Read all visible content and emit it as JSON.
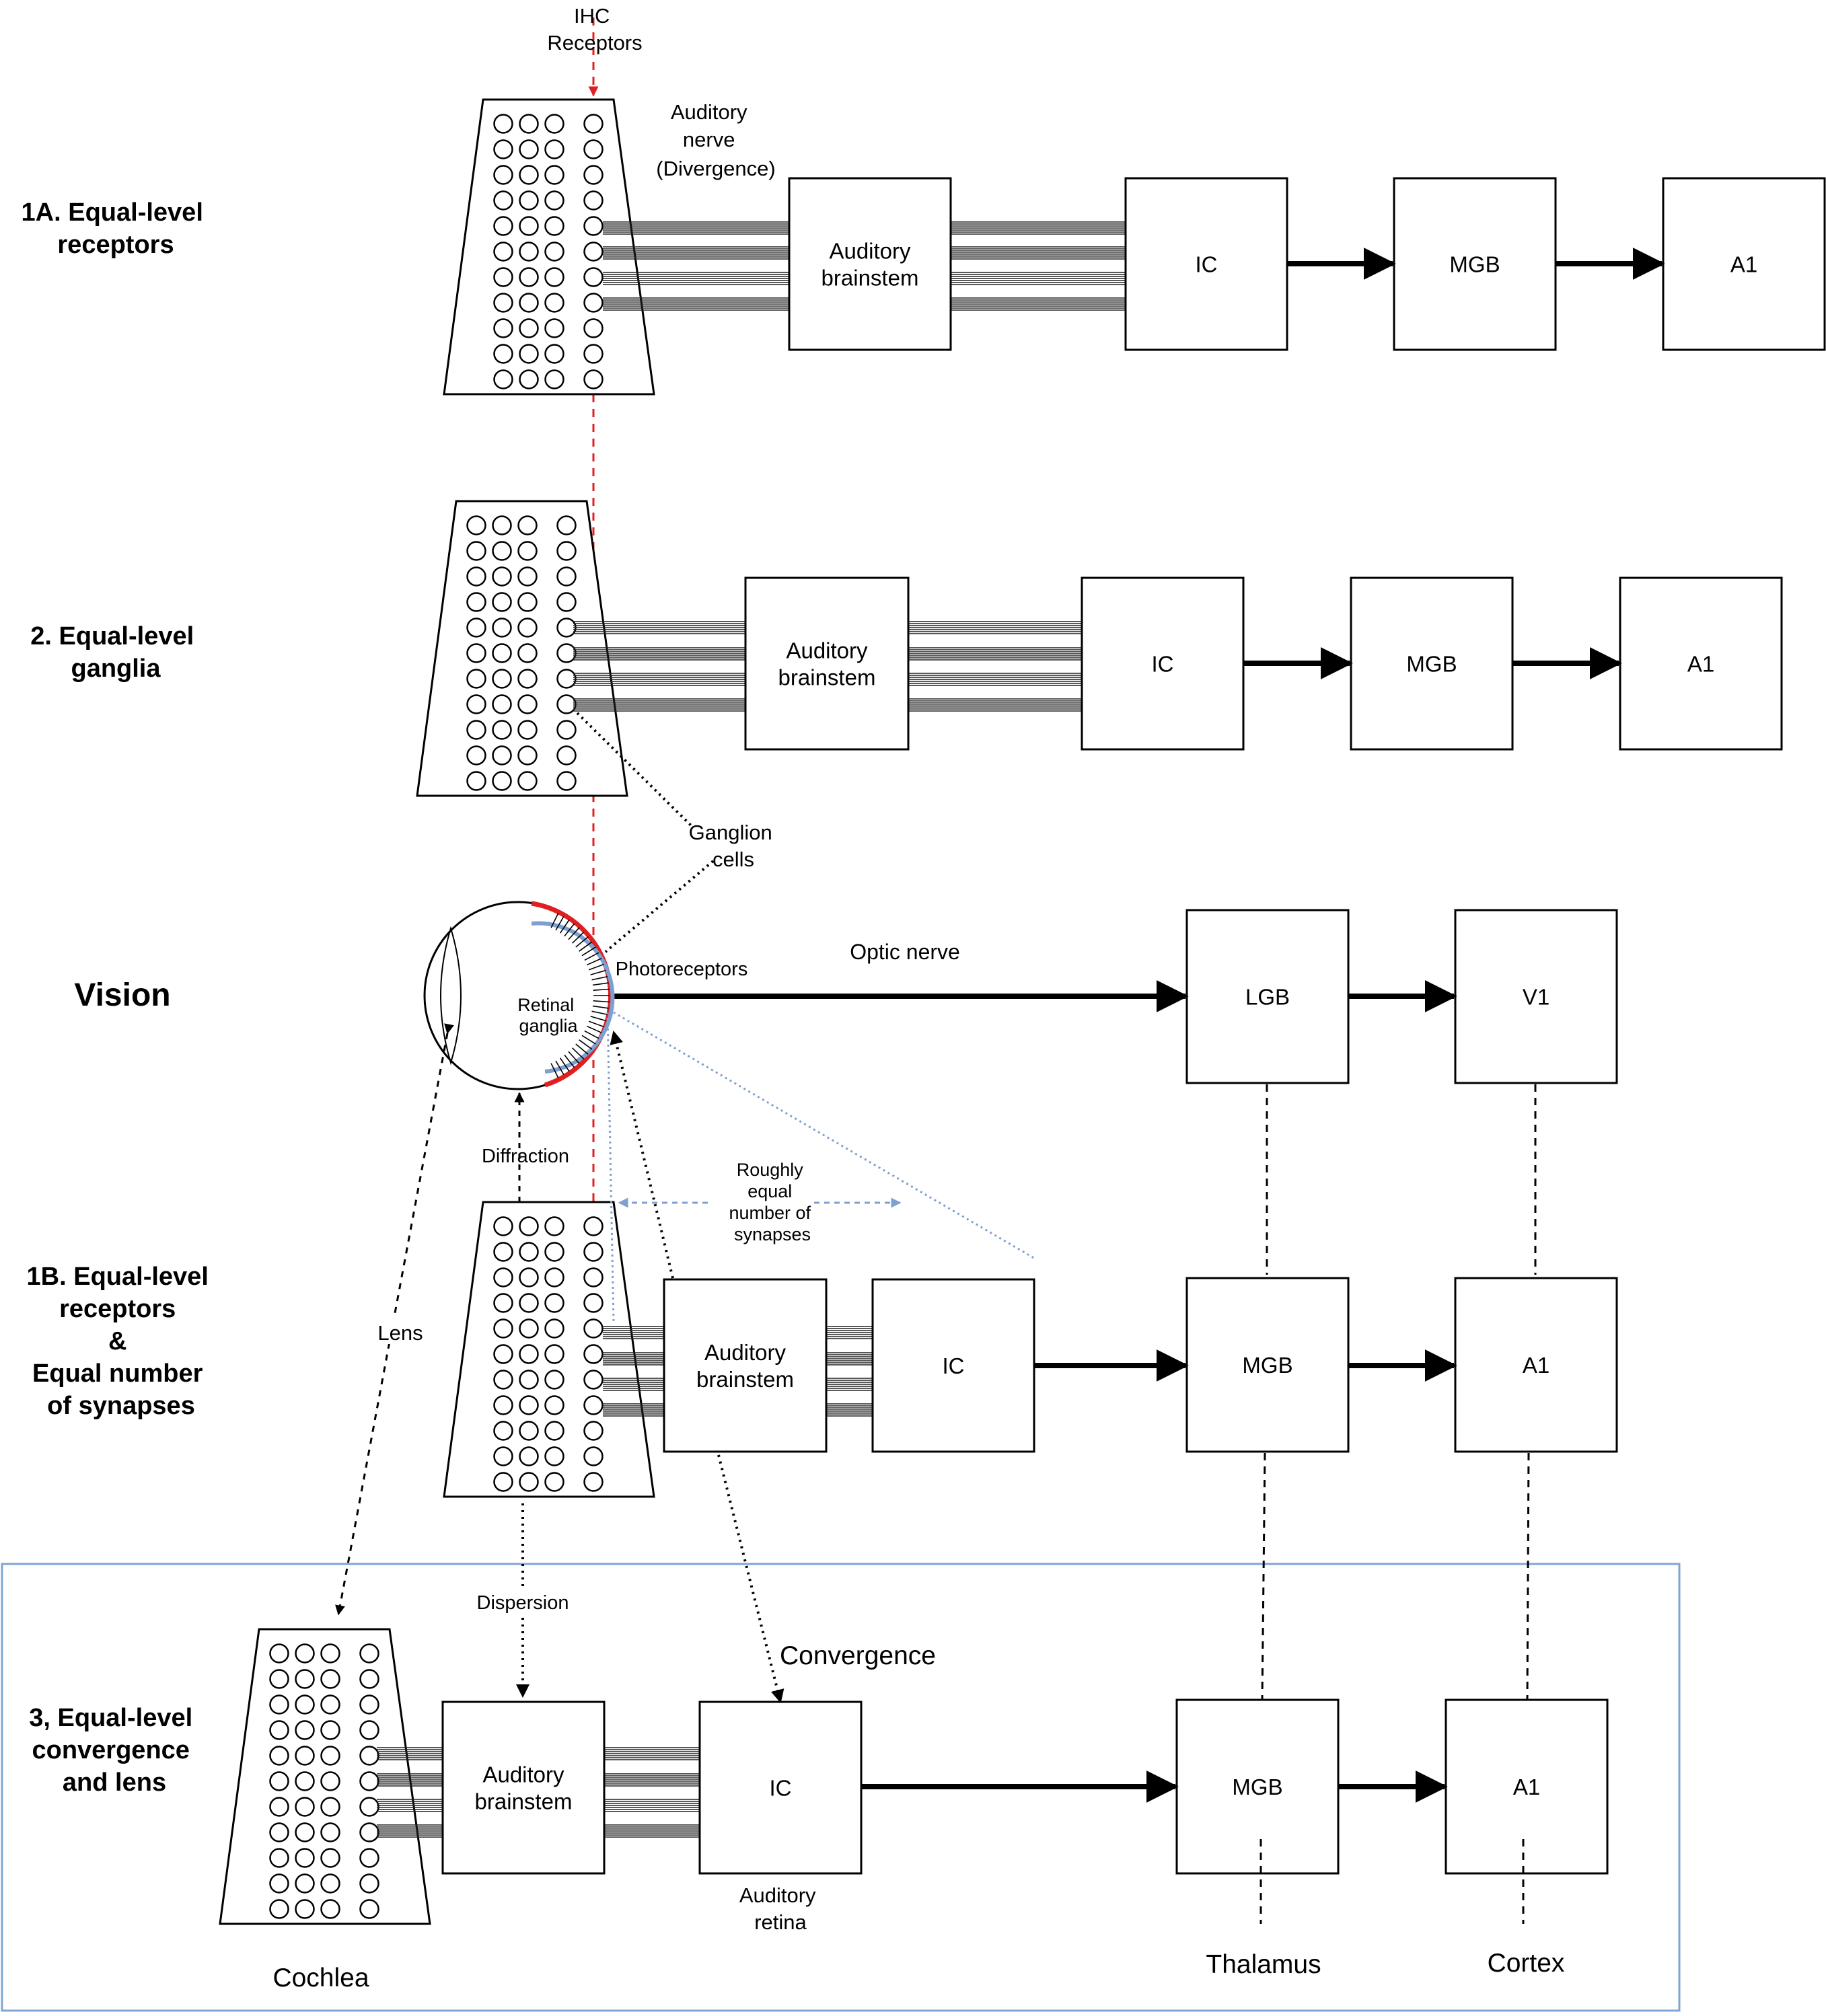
{
  "rows": {
    "row1a": "1A. Equal-level\nreceptors",
    "row2": "2. Equal-level\nganglia",
    "vision": "Vision",
    "row1b": "1B. Equal-level\nreceptors\n&\nEqual number\nof synapses",
    "row3": "3, Equal-level\nconvergence\nand lens"
  },
  "boxes": {
    "auditory_brainstem": "Auditory\nbrainstem",
    "ic": "IC",
    "mgb": "MGB",
    "a1": "A1",
    "lgb": "LGB",
    "v1": "V1"
  },
  "annotations": {
    "ihc_receptors": "IHC\nReceptors",
    "auditory_nerve": "Auditory\nnerve\n(Divergence)",
    "ganglion_cells": "Ganglion\ncells",
    "photoreceptors": "Photoreceptors",
    "retinal_ganglia": "Retinal\nganglia",
    "optic_nerve": "Optic nerve",
    "diffraction": "Diffraction",
    "roughly_equal": "Roughly\nequal\nnumber of\nsynapses",
    "lens": "Lens",
    "dispersion": "Dispersion",
    "convergence": "Convergence",
    "auditory_retina": "Auditory\nretina",
    "cochlea": "Cochlea",
    "thalamus": "Thalamus",
    "cortex": "Cortex"
  },
  "colors": {
    "red_dashed": "#e02020",
    "blue": "#7ea0d0",
    "frame": "#7ea6d2"
  }
}
